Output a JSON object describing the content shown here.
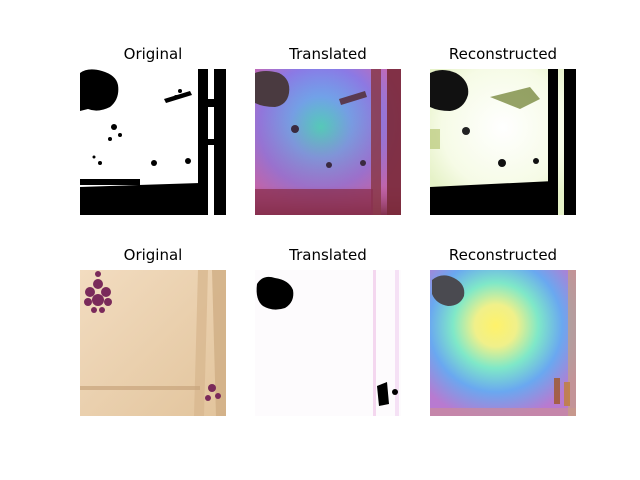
{
  "figure": {
    "rows": [
      {
        "panels": [
          {
            "title": "Original",
            "image": "binary-black-white-scan"
          },
          {
            "title": "Translated",
            "image": "rainbow-colorized-scan"
          },
          {
            "title": "Reconstructed",
            "image": "reconstructed-binary-scan"
          }
        ]
      },
      {
        "panels": [
          {
            "title": "Original",
            "image": "beige-fabric-with-purple-motif"
          },
          {
            "title": "Translated",
            "image": "white-binary-translation"
          },
          {
            "title": "Reconstructed",
            "image": "blurred-rainbow-reconstruction"
          }
        ]
      }
    ]
  }
}
